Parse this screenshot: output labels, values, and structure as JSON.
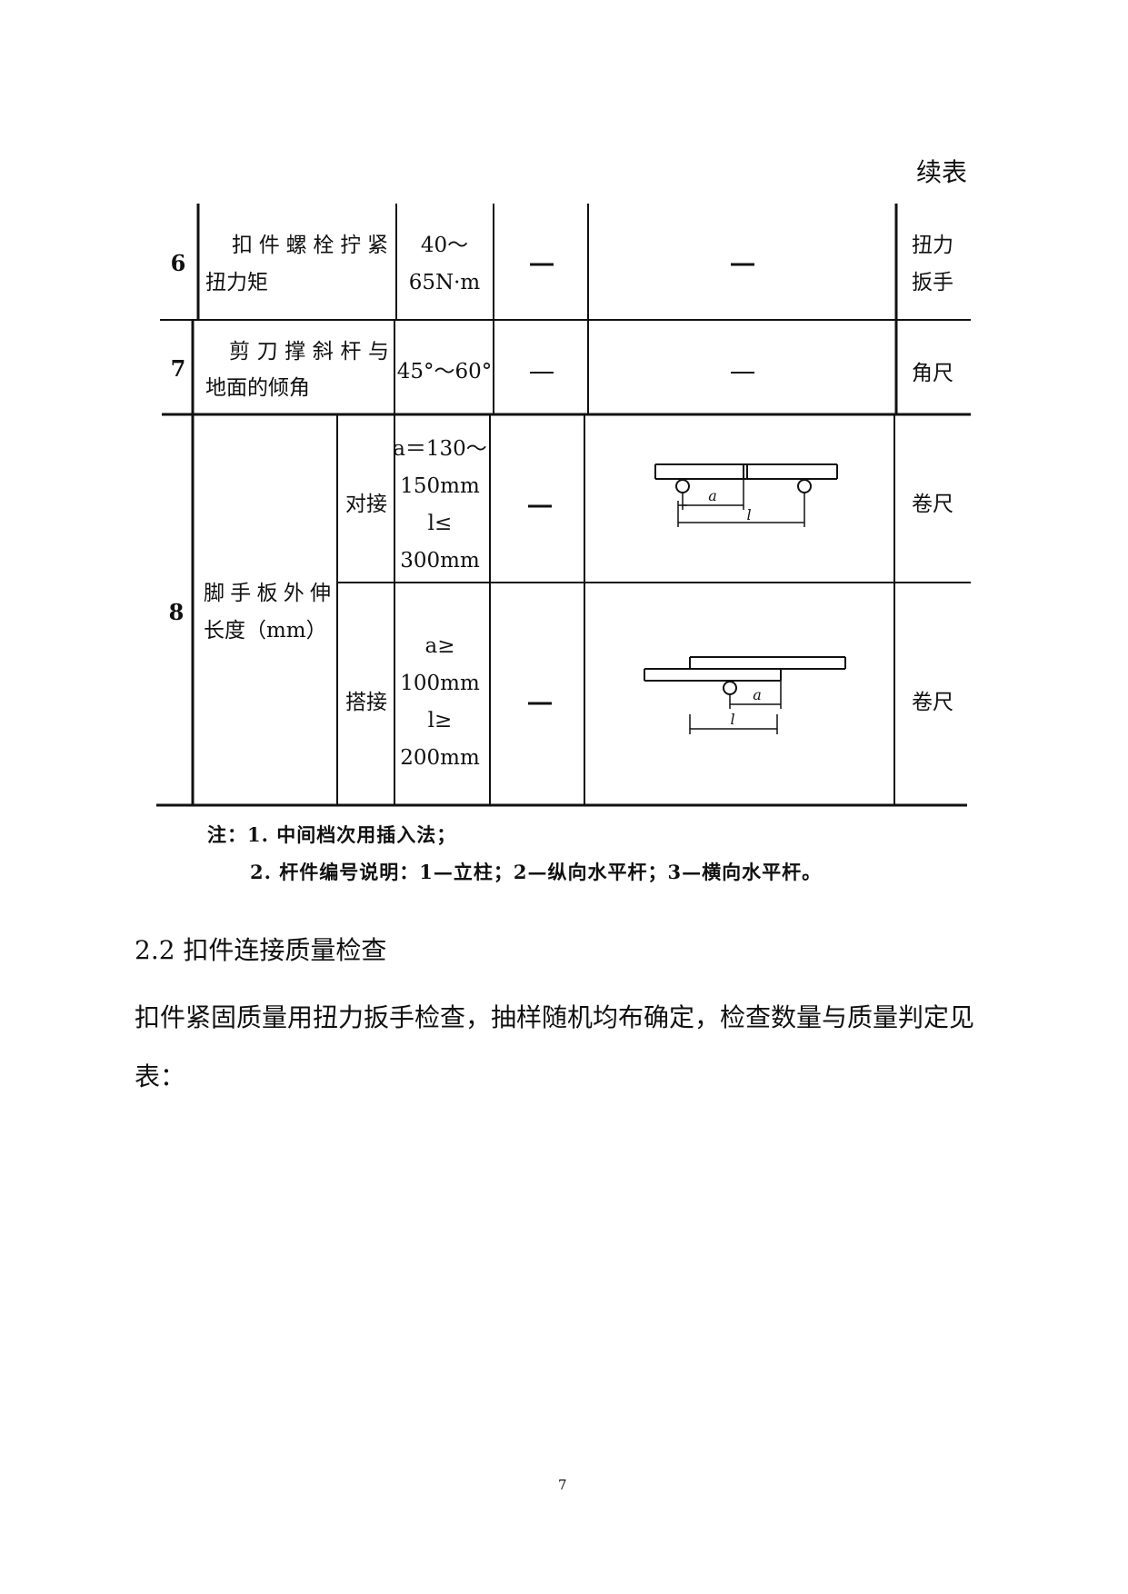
{
  "header": {
    "continued_label": "续表"
  },
  "table": {
    "rows": [
      {
        "index": "6",
        "item_lines": [
          "扣件螺栓拧紧",
          "扭力矩"
        ],
        "value_lines": [
          "40～",
          "65N·m"
        ],
        "col4": "—",
        "col5": "—",
        "tool_lines": [
          "扭力",
          "扳手"
        ]
      },
      {
        "index": "7",
        "item_lines": [
          "剪刀撑斜杆与",
          "地面的倾角"
        ],
        "value_lines": [
          "45°～60°"
        ],
        "col4": "—",
        "col5": "—",
        "tool_lines": [
          "角尺"
        ]
      },
      {
        "index": "8",
        "item_lines": [
          "脚手板外伸",
          "长度（mm）"
        ],
        "subrows": [
          {
            "sub_label": "对接",
            "value_lines": [
              "a＝130～",
              "150mm",
              "l≤",
              "300mm"
            ],
            "col4": "—",
            "tool": "卷尺",
            "diagram_labels": [
              "a",
              "l"
            ]
          },
          {
            "sub_label": "搭接",
            "value_lines": [
              "a≥",
              "100mm",
              "l≥",
              "200mm"
            ],
            "col4": "—",
            "tool": "卷尺",
            "diagram_labels": [
              "a",
              "l"
            ]
          }
        ]
      }
    ],
    "notes": [
      "注：1. 中间档次用插入法；",
      "2. 杆件编号说明：1—立柱；2—纵向水平杆；3—横向水平杆。"
    ]
  },
  "section": {
    "heading": "2.2 扣件连接质量检查",
    "paragraph_lines": [
      "扣件紧固质量用扭力扳手检查，抽样随机均布确定，检查数量与质量判定见",
      "表："
    ]
  },
  "footer": {
    "page_number": "7"
  }
}
